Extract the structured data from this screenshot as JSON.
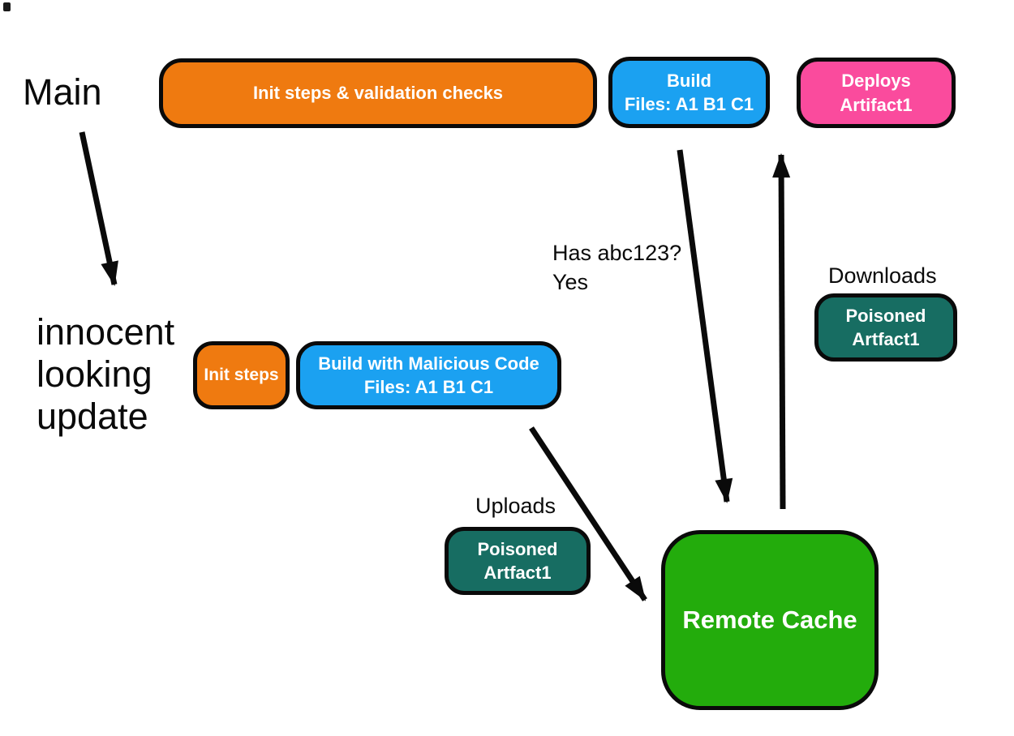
{
  "page": {
    "background": "#ffffff"
  },
  "colors": {
    "orange": "#EF7A10",
    "blue": "#1BA1F1",
    "pink": "#FA4B9D",
    "teal": "#176D62",
    "green": "#23AC0C",
    "stroke": "#0a0a0a",
    "text_light": "#ffffff",
    "text_dark": "#0a0a0a"
  },
  "labels": {
    "main": "Main",
    "innocent_update": [
      "innocent",
      "looking",
      "update"
    ],
    "has_hash": [
      "Has abc123?",
      "Yes"
    ],
    "uploads": "Uploads",
    "downloads": "Downloads"
  },
  "nodes": {
    "init_validation": {
      "label": "Init steps & validation checks"
    },
    "build_main": {
      "line1": "Build",
      "line2": "Files: A1 B1 C1"
    },
    "deploys_artifact": {
      "line1": "Deploys",
      "line2": "Artifact1"
    },
    "init_steps": {
      "label": "Init steps"
    },
    "build_malicious": {
      "line1": "Build with Malicious Code",
      "line2": "Files: A1 B1 C1"
    },
    "poisoned_uploaded": {
      "line1": "Poisoned",
      "line2": "Artfact1"
    },
    "poisoned_downloaded": {
      "line1": "Poisoned",
      "line2": "Artfact1"
    },
    "remote_cache": {
      "label": "Remote Cache"
    }
  },
  "edges": [
    {
      "from": "main",
      "to": "innocent-looking-update"
    },
    {
      "from": "build-main",
      "to": "remote-cache",
      "note": "Has abc123? Yes"
    },
    {
      "from": "remote-cache",
      "to": "deploys-artifact",
      "note": "Downloads Poisoned Artfact1"
    },
    {
      "from": "build-malicious",
      "to": "remote-cache",
      "note": "Uploads Poisoned Artfact1"
    }
  ]
}
